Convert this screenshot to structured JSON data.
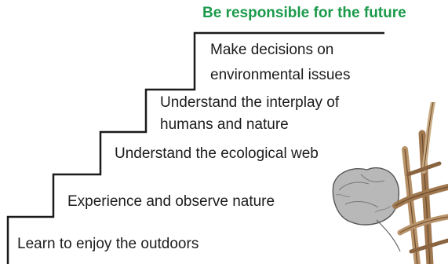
{
  "goal": {
    "text": "Be responsible for the future",
    "color": "#1a9a4a"
  },
  "steps": [
    {
      "lines": [
        "Learn to enjoy the outdoors"
      ]
    },
    {
      "lines": [
        "Experience and observe nature"
      ]
    },
    {
      "lines": [
        "Understand the ecological web"
      ]
    },
    {
      "lines": [
        "Understand the interplay of",
        "humans and nature"
      ]
    },
    {
      "lines": [
        "Make decisions on",
        "environmental issues"
      ]
    }
  ],
  "colors": {
    "stairs": "#1a1a1a",
    "text": "#1c1c1c"
  },
  "illustration": {
    "icon": "sketch-rock-and-sticks-icon"
  }
}
